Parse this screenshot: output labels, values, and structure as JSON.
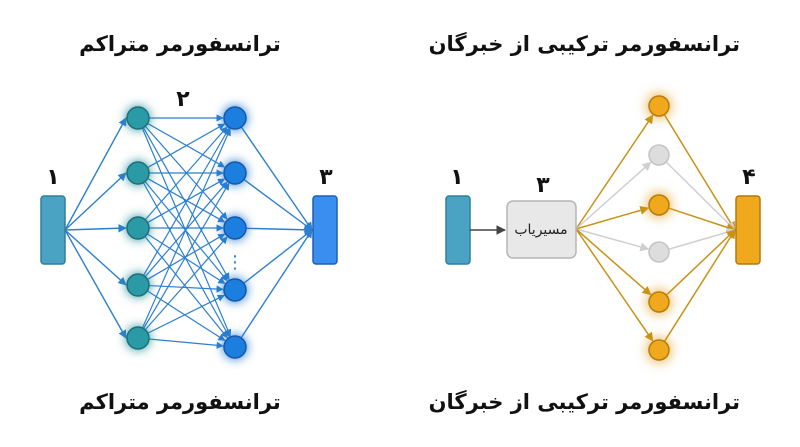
{
  "dense": {
    "title_top": "ترانسفورمر متراکم",
    "title_bottom": "ترانسفورمر متراکم",
    "label_input": "۱",
    "label_hidden": "۲",
    "label_output": "۳",
    "ellipsis": "⋮",
    "colors": {
      "input": "#4ba3c3",
      "layer1": "#2a9aa6",
      "layer2": "#1f7fe0",
      "output": "#3a8ef0",
      "edge": "#2c7fd1"
    }
  },
  "moe": {
    "title_top": "ترانسفورمر ترکیبی از خبرگان",
    "title_bottom": "ترانسفورمر ترکیبی از خبرگان",
    "label_input": "۱",
    "label_router": "۳",
    "label_output": "۴",
    "router_text": "مسیریاب",
    "experts": [
      "active",
      "inactive",
      "active",
      "inactive",
      "active",
      "active"
    ],
    "colors": {
      "input": "#4ba3c3",
      "active": "#f0a81c",
      "inactive": "#dddddd",
      "output": "#f0a81c",
      "edge_active": "#c99216",
      "edge_inactive": "#cfcfcf"
    }
  }
}
